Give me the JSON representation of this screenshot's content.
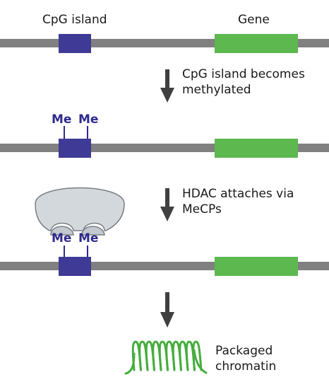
{
  "labels": {
    "cpg_island": "CpG island",
    "gene": "Gene"
  },
  "steps": [
    "CpG island becomes methylated",
    "HDAC attaches via MeCPs"
  ],
  "methyl_tag": "Me",
  "final_label": "Packaged chromatin",
  "colors": {
    "dna_strand": "#808080",
    "cpg_island": "#3f3a96",
    "gene": "#5cb84f",
    "methyl": "#2e2a8c",
    "hdac_fill": "#d3d8dc",
    "hdac_stroke": "#7a7f85",
    "arrow": "#404040",
    "chromatin": "#46ad3e"
  }
}
